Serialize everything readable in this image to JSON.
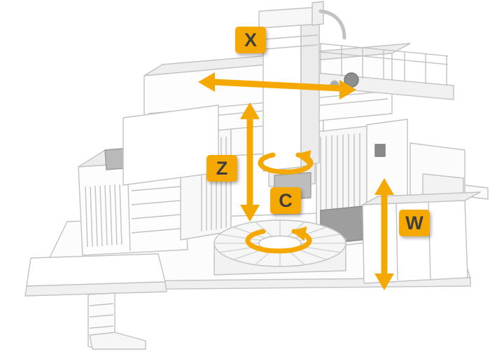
{
  "diagram": {
    "type": "machine-tool-axis-diagram",
    "subject": "line drawing of a double-column vertical turning and milling machine with motion-axis arrows",
    "axis_labels": {
      "x": "X",
      "z": "Z",
      "c": "C",
      "w": "W"
    },
    "arrows": [
      {
        "axis": "X",
        "style": "double-headed-linear",
        "orientation": "horizontal",
        "location": "crossrail, top of machine"
      },
      {
        "axis": "Z",
        "style": "double-headed-linear",
        "orientation": "vertical",
        "location": "ram / spindle stroke, machine center"
      },
      {
        "axis": "C",
        "style": "rotary",
        "orientation": "around vertical spindle and rotary table",
        "count": 2
      },
      {
        "axis": "W",
        "style": "double-headed-linear",
        "orientation": "vertical",
        "location": "right-hand cabinet / cross-slide"
      }
    ],
    "colors": {
      "accent": "#F5A800",
      "label_text": "#3E3E3E",
      "line_art": "#C2C2C2",
      "line_art_dark": "#9A9A9A",
      "background": "#FFFFFF"
    }
  }
}
